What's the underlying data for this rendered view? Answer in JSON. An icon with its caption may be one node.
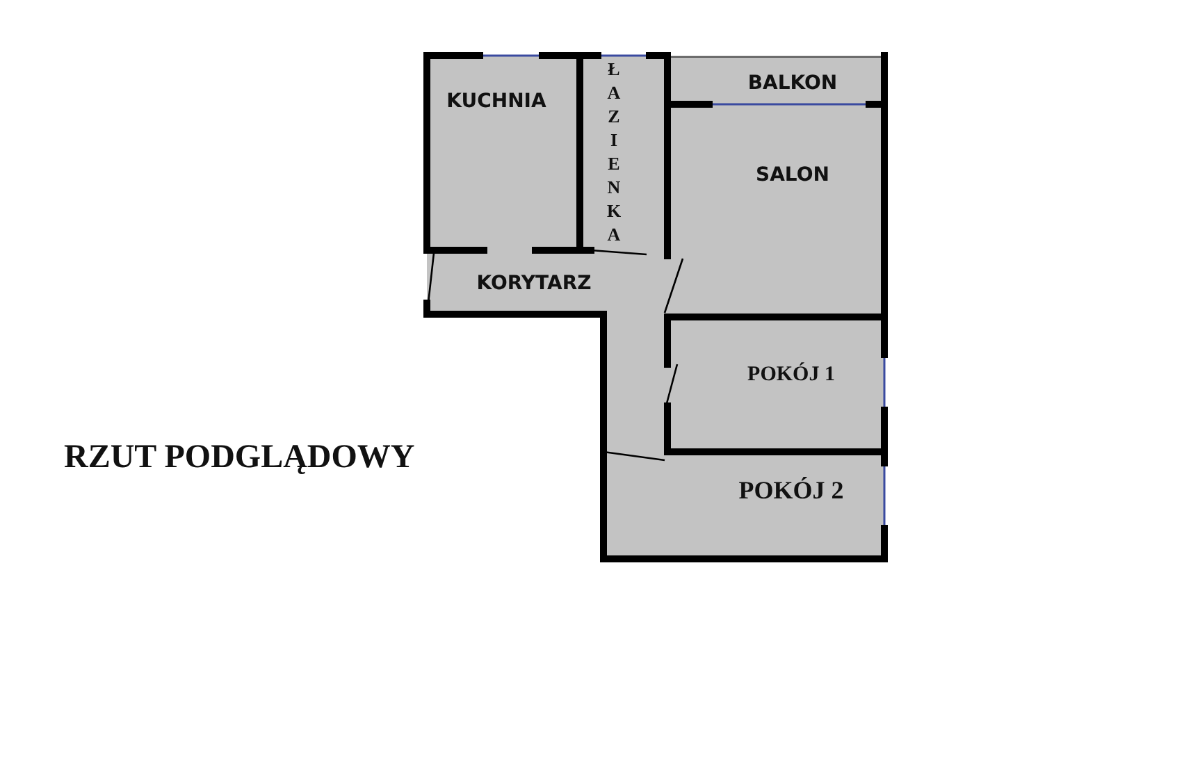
{
  "diagram": {
    "title": "RZUT PODGLĄDOWY",
    "labels": [
      "KUCHNIA",
      "ŁAZIENKA",
      "BALKON",
      "SALON",
      "KORYTARZ",
      "POKÓJ 1",
      "POKÓJ 2"
    ]
  }
}
